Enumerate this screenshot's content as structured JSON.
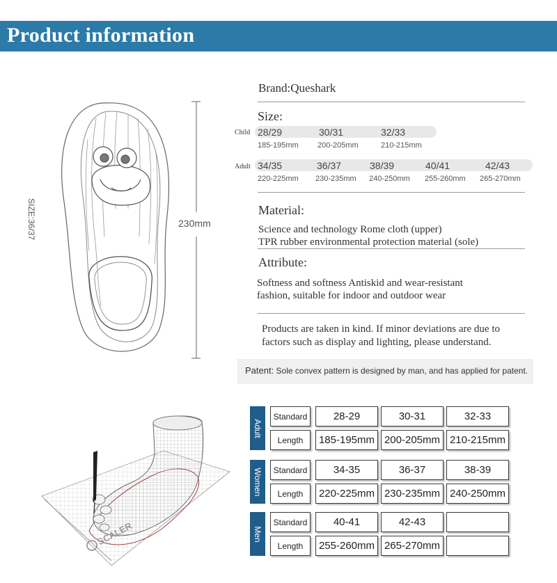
{
  "header": {
    "title": "Product information"
  },
  "insole": {
    "length_label": "230mm",
    "size_label": "SIZE:36/37"
  },
  "brand": "Brand:Queshark",
  "size": {
    "label": "Size:",
    "child": {
      "tag": "Child",
      "sizes": [
        "28/29",
        "30/31",
        "32/33"
      ],
      "mm": [
        "185-195mm",
        "200-205mm",
        "210-215mm"
      ]
    },
    "adult": {
      "tag": "Adult",
      "sizes": [
        "34/35",
        "36/37",
        "38/39",
        "40/41",
        "42/43"
      ],
      "mm": [
        "220-225mm",
        "230-235mm",
        "240-250mm",
        "255-260mm",
        "265-270mm"
      ]
    }
  },
  "material": {
    "label": "Material:",
    "lines": [
      "Science and technology Rome cloth (upper)",
      "TPR rubber environmental protection material (sole)"
    ]
  },
  "attribute": {
    "label": "Attribute:",
    "lines": [
      "Softness and softness Antiskid and wear-resistant",
      "fashion, suitable for indoor and outdoor wear"
    ]
  },
  "notice": {
    "lines": [
      "Products are taken in kind. If minor deviations are due to",
      "factors such as display and lighting, please understand."
    ]
  },
  "patent": {
    "label": "Patent:",
    "text": "Sole convex pattern is designed by man, and has applied for patent."
  },
  "foot_logo": "SCALER",
  "size_table": {
    "standard_label": "Standard",
    "length_label": "Length",
    "groups": [
      {
        "name": "Adult",
        "standard": [
          "28-29",
          "30-31",
          "32-33"
        ],
        "length": [
          "185-195mm",
          "200-205mm",
          "210-215mm"
        ]
      },
      {
        "name": "Women",
        "standard": [
          "34-35",
          "36-37",
          "38-39"
        ],
        "length": [
          "220-225mm",
          "230-235mm",
          "240-250mm"
        ]
      },
      {
        "name": "Men",
        "standard": [
          "40-41",
          "42-43",
          ""
        ],
        "length": [
          "255-260mm",
          "265-270mm",
          ""
        ]
      }
    ]
  }
}
